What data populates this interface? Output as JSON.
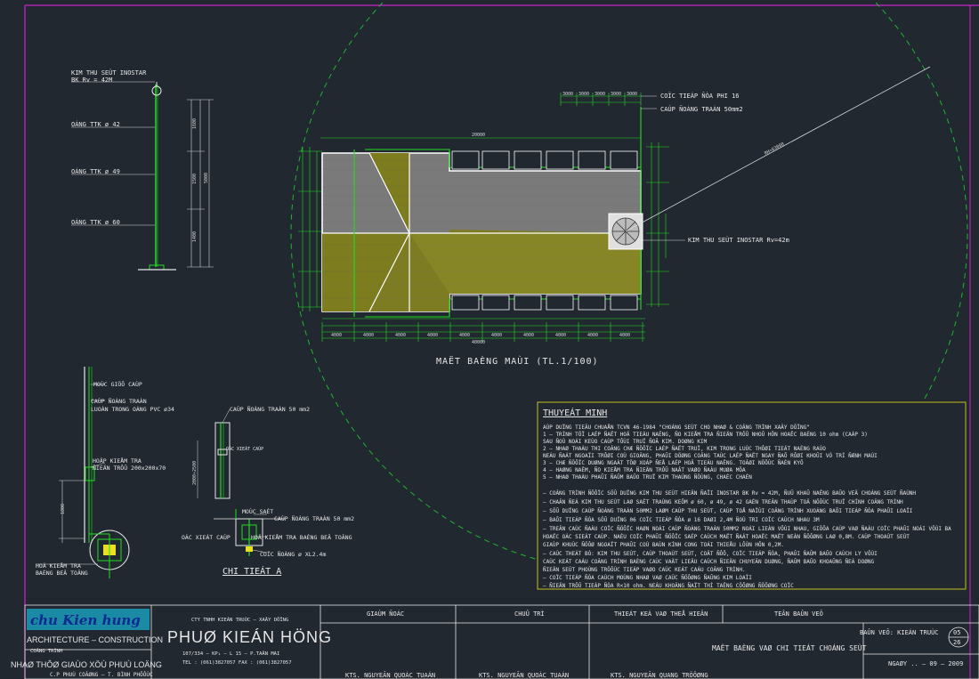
{
  "plan": {
    "title": "MAËT BAÈNG MAÙI  (TL.1/100)",
    "labels": {
      "rod_top": "COÏC TIEÁP ÑÒA PHI 16",
      "cable_top": "CAÙP ÑOÀNG TRAÀN 50mm2",
      "rod_right": "KIM THU SEÙT INOSTAR Rv=42m",
      "radius_dim": "RH=63000"
    },
    "dims_top": [
      "3000",
      "3000",
      "3000",
      "3000",
      "3000"
    ],
    "dims_bottom": [
      "4000",
      "4000",
      "4000",
      "4000",
      "4000",
      "4000",
      "4000",
      "4000",
      "4000",
      "4000"
    ],
    "dims_bottom_total": "40000"
  },
  "mast": {
    "title_line1": "KIM THU SEÙT INOSTAR",
    "title_line2": "BK Rv = 42M",
    "ong1": "OÁNG TTK ø 42",
    "ong2": "OÁNG TTK ø 49",
    "ong3": "OÁNG TTK ø 60",
    "dims": [
      "1600",
      "1500",
      "1400"
    ],
    "dim_total": "5000"
  },
  "wall_detail": {
    "l1": "MOÙC GIÖÕ CAÙP",
    "l2": "CAÙP ÑOÀNG TRAÀN",
    "l3": "LUOÀN TRONG OÁNG PVC ø34",
    "l4": "HOÄP KIEÅM TRA",
    "l5": "ÑIEÄN TRÔÛ 200x200x70",
    "l6": "HOÁ KIEÅM TRA",
    "l7": "BAÈNG BEÂ TOÂNG",
    "dim": "1800"
  },
  "detail_a": {
    "cable": "CAÙP ÑOÀNG TRAÀN 50 mm2",
    "clamp": "OÁC XIEÁT CAÙP",
    "moc": "MOÙC SAÉT",
    "cable2": "CAÙP ÑOÀNG TRAÀN 50 mm2",
    "clamp2": "OÁC XIEÁT CAÙP",
    "box": "HOÄ KIEÅM TRA BAÈNG BEÂ TOÂNG",
    "rod": "COÏC ÑOÀNG ø XL2.4m",
    "dim": "2000÷2500",
    "title": "CHI TIEÁT A"
  },
  "notes": {
    "heading": "THUYEÁT MINH",
    "lines": [
      "AÙP DUÏNG TIEÂU CHUAÅN TCVN 46-1984 \"CHOÁNG SEÙT CHO NHAØ & COÂNG TRÌNH XAÂY DÖÏNG\"",
      "1 – TRÌNH TÖÏ  LAÉP ÑAËT HOÄ TIEÁU NAÊNG,  ÑO KIEÅM TRA ÑIEÄN TRÔÛ NHOÛ HÔN HOAËC BAÈNG 10 ohm  (CAÁP 3)",
      "SAU ÑOÙ   NOÁI KEÙO CAÙP TÔÙI TRUÏ ÑOÃ KIM. DOØNG KIM",
      "2 – NHAØ THAÀU THI COÂNG CHÆ ÑÖÔÏC LAÉP ÑAËT  TRUÏ, KIM TRONG LUÙC THÔØI TIEÁT NAÉNG RAÙO",
      "NEÁU ÑAÁT NGOAÏI TRÔØI COÙ GIOÂNG, PHAÛI DÖØNG COÂNG TAÙC LAÉP ÑAËT NGAY ÑAÕ RÔØI KHOÛI VÒ TRÍ ÑÆNH MAÙI",
      "3 – CHÆ ÑÖÔÏC DUØNG NGAÀT TÖØ XOÁP ÑEÅ LAÉP HOÄ TIEÁU NAÊNG. TOÂØI NÖÔÙC ÑAÈN KYÕ",
      "4 – HAØNG NAÊM, ÑO KIEÅM TRA ÑIEÄN TRÔÛ NAÂT VAØO ÑAÀU MUØA MÖA",
      "5 – NHAØ THAÀU PHAÛI ÑAÛM BAÛO TRUÏ KIM THAÚNG ÑÖÙNG, CHAÉC CHAÉN"
    ],
    "lines2": [
      "–  COÂNG TRÌNH ÑÖÔÏC SÖÛ DUÏNG KIM THU SEÙT HIEÄN ÑAÏI INOSTAR BK Rv = 42M, ÑUÛ KHAÛ NAÊNG BAÛO VEÄ CHOÁNG SEÙT ÑAÙNH",
      "–  CHAÂN ÑEÁ KIM THU SEÙT LAØ SAÉT TRAÙNG KEÕM ø 60, ø 49, ø 42 GAÉN TREÂN THAÙP TOÂ NÖÔÙC TRUÏ CHÍNH COÂNG TRÌNH",
      "–  SÖÛ DUÏNG CAÙP ÑOÀNG TRAÀN 50MM2 LAØM CAÙP THU SEÙT, CAÙP TOÅ NAÏÙI COÂNG TRÌNH XUOÁNG BAÕI TIEÁP ÑÒA PHAÛI LOAÏI",
      "–  BAÕI TIEÁP ÑÒA SÖÛ DUÏNG 06 COÏC TIEÁP ÑÒA ø 16 DAØI 2,4M ÑOÙ TRI COÏC CAÙCH NHAU 3M",
      "–  TREÂN CAÙC ÑAÀU COÏC ÑÖÔÏC HAØN NOÁI CAÙP ÑOÀNG TRAÀN 50MM2 NOÁI LIEÀN VÔÙI NHAU, GIÖÕA CAÙP VAØ ÑAÀU COÏC PHAÛI NOÁI VÔÙI BA",
      "HOAËC OÁC SIEÁT CAÙP. NAÈU COÏC PHAÛI ÑÖÔÏC SAÉP CAÙCH MAËT ÑAÁT HOAËC MAËT NEÀN ÑÖÔØNG LAØ 0,8M. CAÙP THOAÙT SEÙT",
      "GIAÙP KHUÙC ÑÖÔØ NGOAÏT PHAÛI COÙ BAÙN KÍNH CONG TOÁI THIEÅU LÔÙN HÔN 0,2M.",
      "–  CAÙC THEÁT BÒ: KIM THU SEÙT, CAÙP THOAÙT SEÙT, COÄT ÑÔÕ, COÏC TIEÁP ÑÒA, PHAÛI ÑAÛM BAÛO CAÙCH LY VÔÙI",
      "CAÙC KEÁT CAÁU COÂNG TRÌNH BAÈNG CAÙC VAÄT LIEÄU CAÙCH ÑIEÄN CHUYEÂN DUØNG, ÑAÛM BAÛO KHOAÛNG ÑEÀ DOØNG",
      "ÑIEÄN SEÙT PHOÙNG TRÖÔÙC TIEÁP VAØO CAÙC KEÁT CAÁU COÂNG TRÌNH.",
      "–  COÏC TIEÁP ÑÒA CAÙCH MOÙNG NHAØ VAØ CAÙC ÑÖÔØNG ÑAÛNG KIM LOAÏI",
      "–  ÑIEÄN TRÔÛ TIEÁP ÑÒA R<10 ohm. NEÁU KHOÂNG ÑAÏT THÌ TAÊNG CÖÔØNG ÑÖÔØNG COÏC"
    ]
  },
  "titleblock": {
    "logo": "chu Kien hung",
    "arch": "ARCHITECTURE – CONSTRUCTION",
    "cong_trinh_label": "COÂNG TRÌNH",
    "project": "NHAØ THÔØ GIAÙO XÖÙ PHUÙ LOÄNG",
    "location": "C.P PHUÙ COÂØNG – T. BÌNH PHÖÔÙC",
    "company_small": "CTY TNHH KIEÁN TRUÙC – XAÂY DÖÏNG",
    "company": "PHUØ KIEÁN HÖNG",
    "address": "107/334 – KP₁ – L 15 – P.TAÂN MAI",
    "phone": "TEL : (061)3827057       FAX : (061)3827057",
    "col1_head": "GIAÙM ÑOÁC",
    "col2_head": "CHUÛ TRÌ",
    "col3_head": "THIEÁT KEÁ VAØ THEÅ HIEÄN",
    "col4_head": "TEÂN BAÛN VEÕ",
    "col1_name": "KTS. NGUYEÃN QUOÁC TUAÁN",
    "col2_name": "KTS. NGUYEÃN QUOÁC TUAÁN",
    "col3_name": "KTS. NGUYEÃN QUANG TRÖÔØNG",
    "drawing_title": "MAËT BAÈNG VAØ CHI TIEÁT CHOÁNG SEÙT",
    "set_label": "BAÛN VEÕ: KIEÁN TRUÙC",
    "sheet_top": "05",
    "sheet_bottom": "26",
    "date": "NGAØY ..    – 09 – 2009"
  }
}
